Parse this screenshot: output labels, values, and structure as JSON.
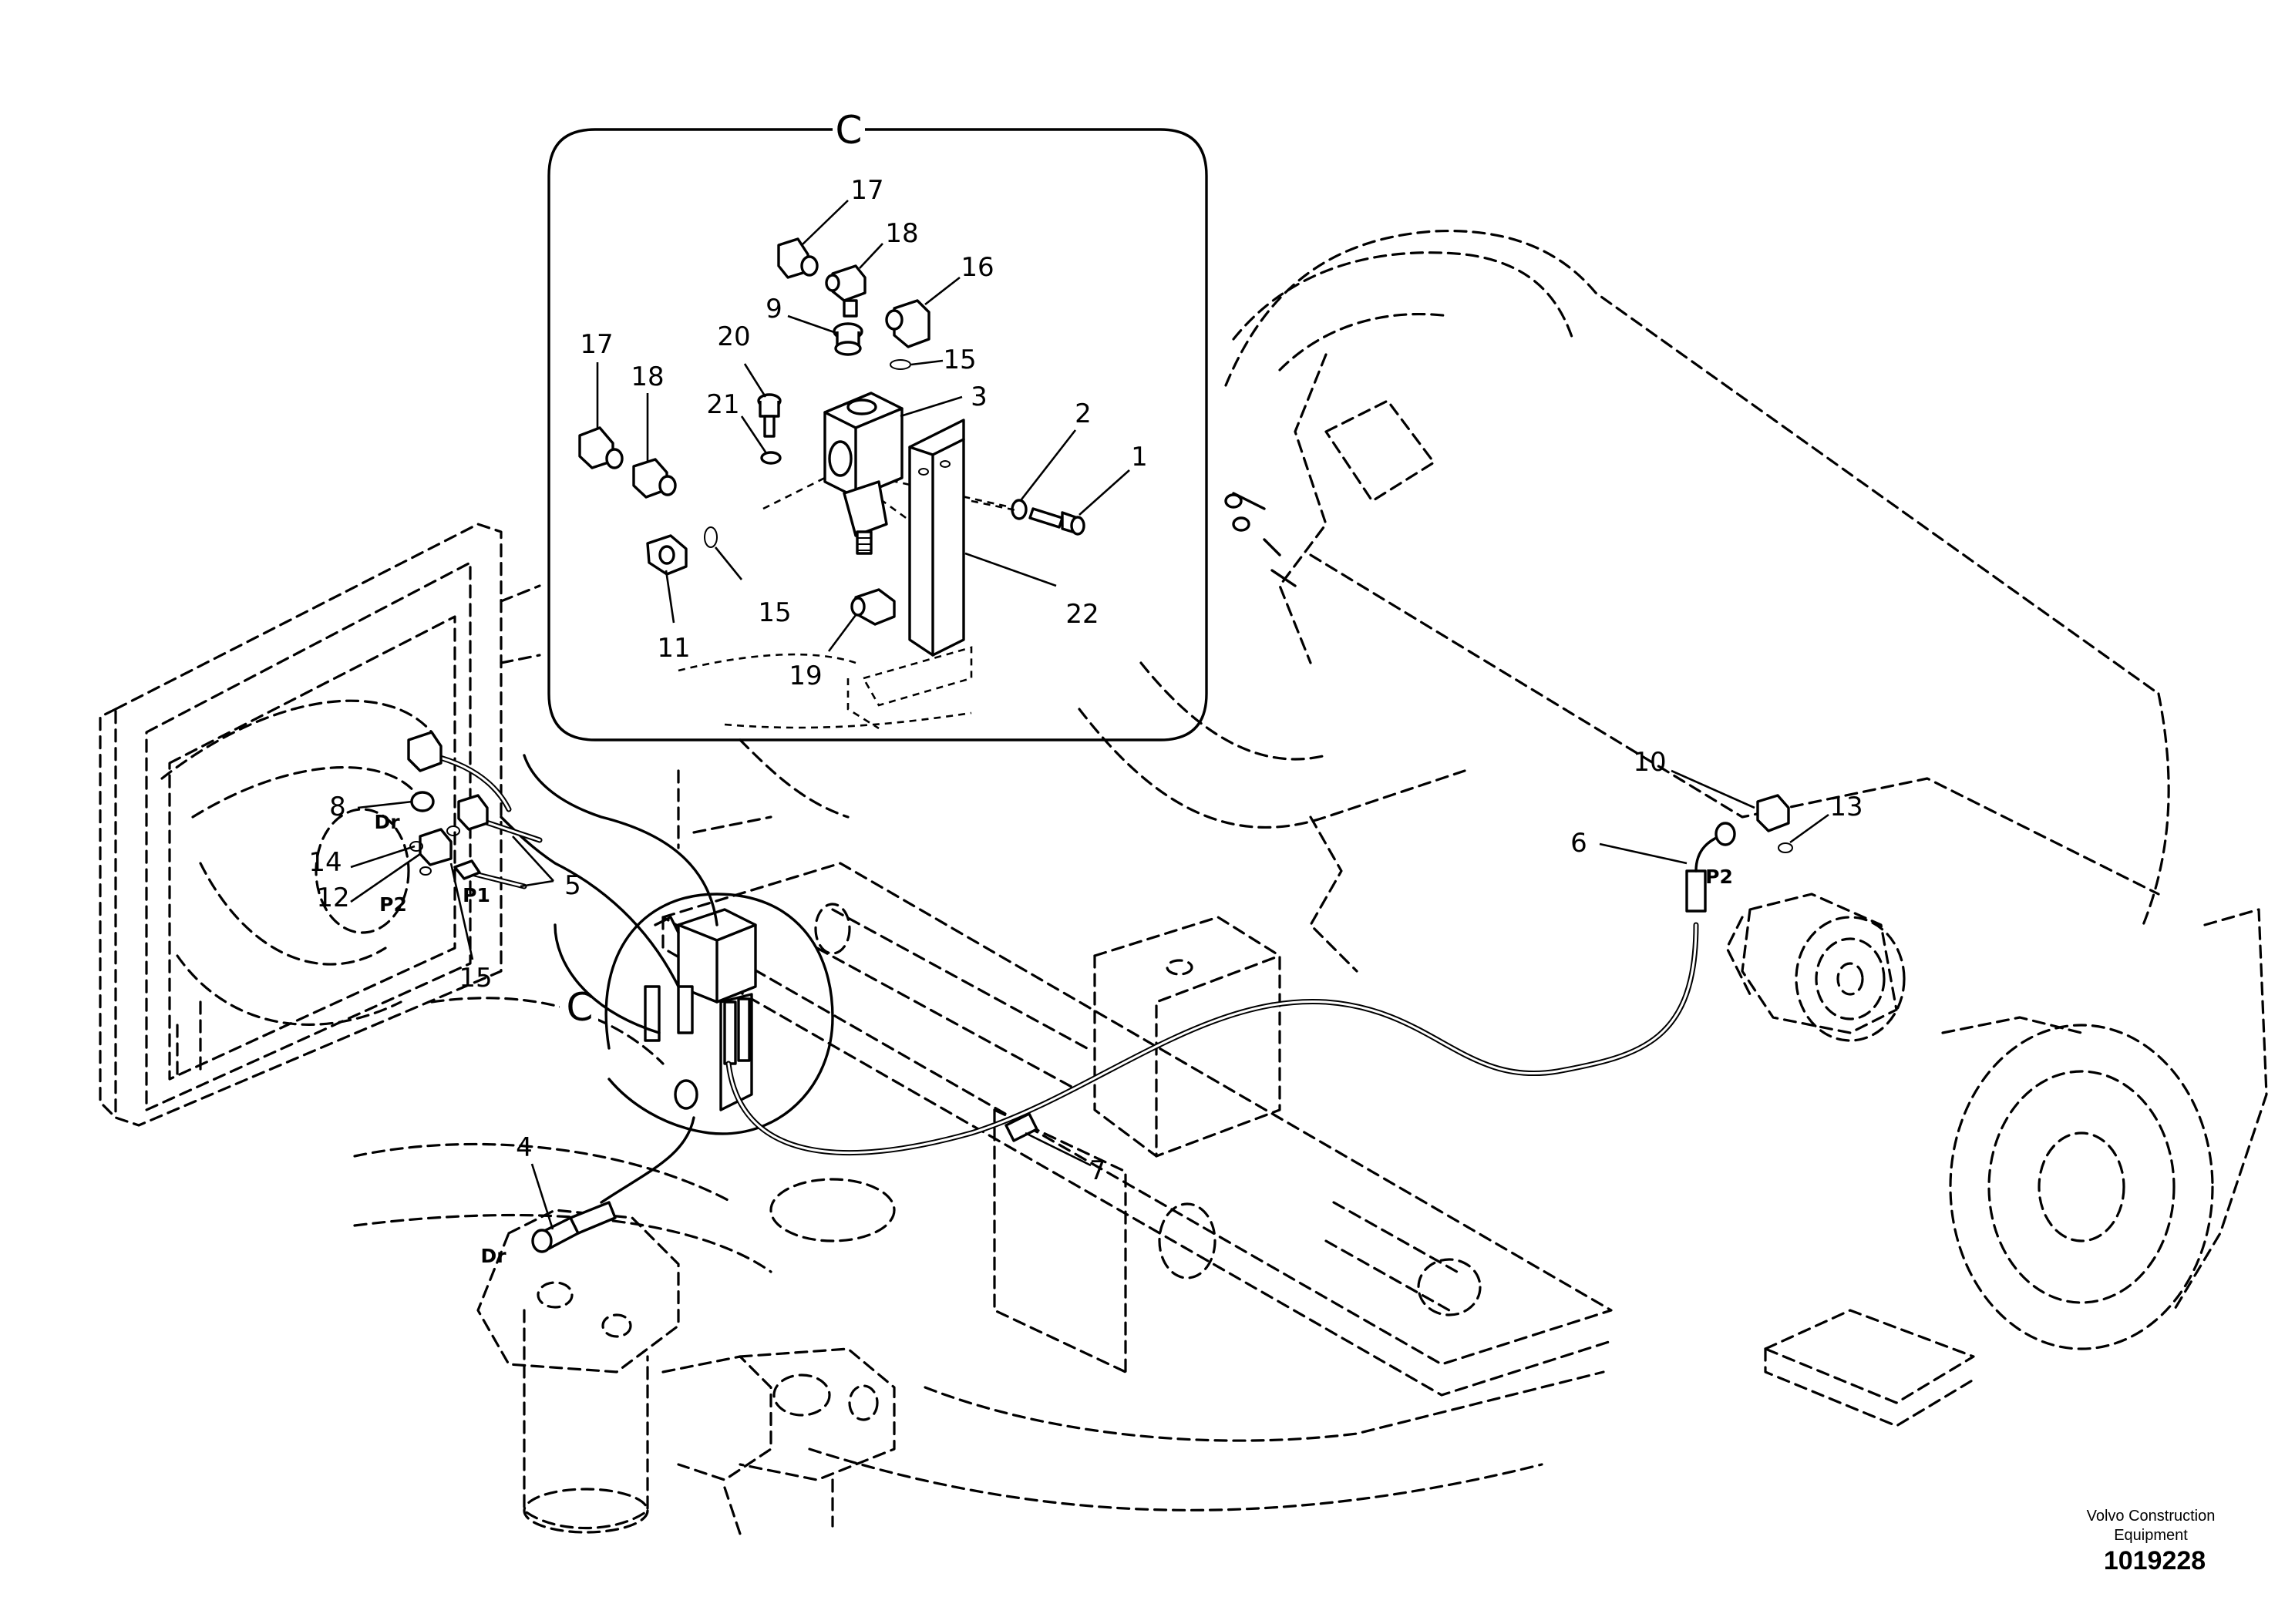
{
  "callouts": {
    "c1": "1",
    "c2": "2",
    "c3": "3",
    "c4": "4",
    "c5": "5",
    "c6": "6",
    "c7": "7",
    "c8": "8",
    "c9": "9",
    "c10": "10",
    "c11": "11",
    "c12": "12",
    "c13": "13",
    "c14": "14",
    "c15a": "15",
    "c15b": "15",
    "c15c": "15",
    "c16": "16",
    "c17a": "17",
    "c17b": "17",
    "c18a": "18",
    "c18b": "18",
    "c19": "19",
    "c20": "20",
    "c21": "21",
    "c22": "22"
  },
  "detail": {
    "letter": "C",
    "ref_letter": "C"
  },
  "ports": {
    "dr_left": "Dr",
    "p2_left": "P2",
    "p1_left": "P1",
    "p2_right": "P2",
    "dr_bottom": "Dr"
  },
  "footer": {
    "brand_line1": "Volvo Construction",
    "brand_line2": "Equipment",
    "drawing_number": "1019228"
  }
}
